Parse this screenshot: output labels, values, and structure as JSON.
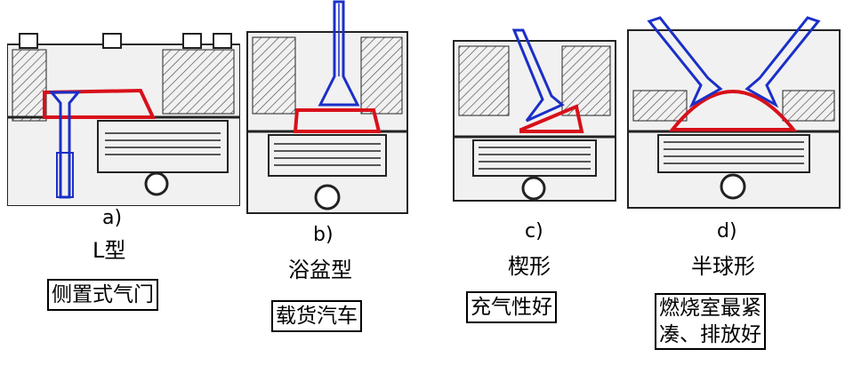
{
  "colors": {
    "chamber": "#d8101a",
    "valve": "#1a2fc8",
    "hatch": "#4a4a4a",
    "metal": "#f1f1f1"
  },
  "panels": [
    {
      "letter": "a)",
      "type": "L型",
      "note": "侧置式气门"
    },
    {
      "letter": "b)",
      "type": "浴盆型",
      "note": "载货汽车"
    },
    {
      "letter": "c)",
      "type": "楔形",
      "note": "充气性好"
    },
    {
      "letter": "d)",
      "type": "半球形",
      "note_lines": [
        "燃烧室最紧",
        "凑、排放好"
      ]
    }
  ]
}
